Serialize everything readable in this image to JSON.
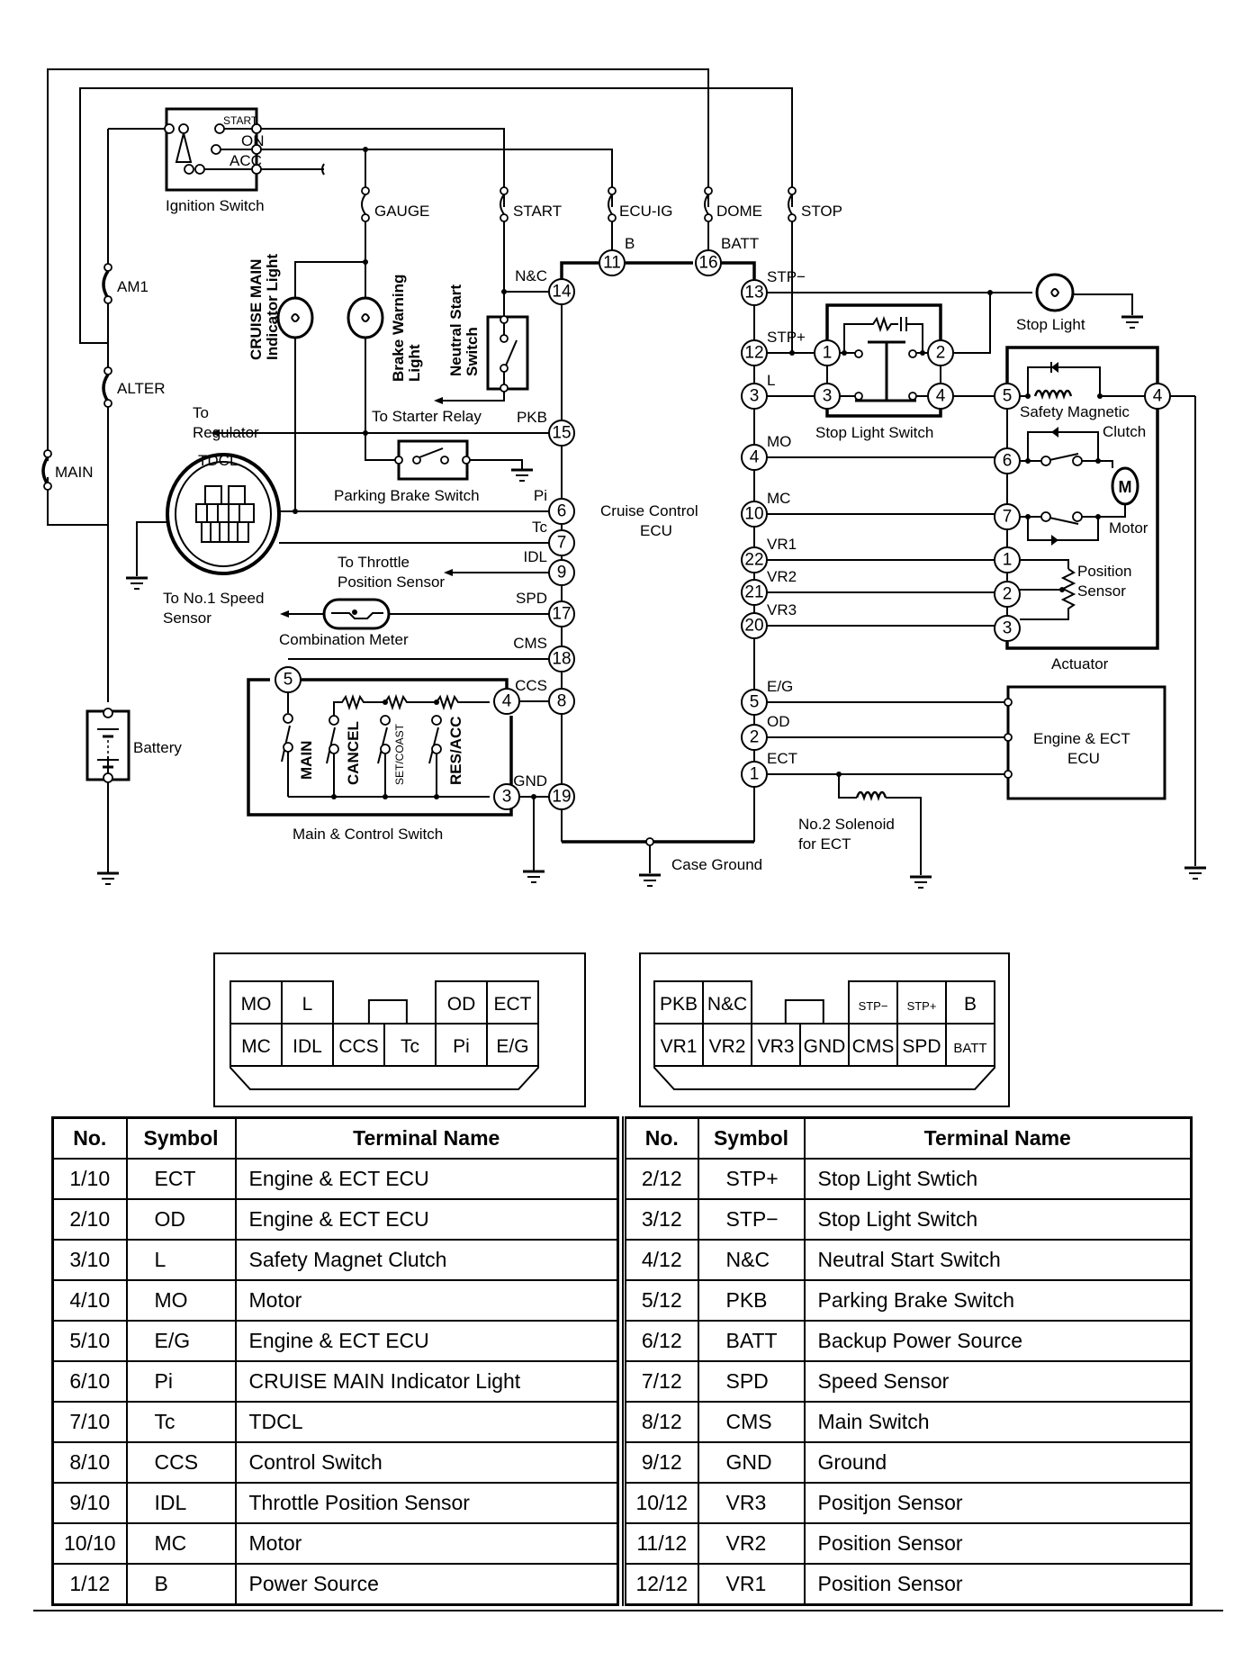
{
  "diagram": {
    "title": "Cruise Control System Wiring Diagram",
    "components": {
      "ignition_switch": {
        "label": "Ignition Switch",
        "positions": [
          "START",
          "ON",
          "ACC"
        ]
      },
      "fuses": [
        "AM1",
        "ALTER",
        "MAIN",
        "GAUGE",
        "START",
        "ECU-IG",
        "DOME",
        "STOP"
      ],
      "cruise_main_indicator": {
        "line1": "CRUISE MAIN",
        "line2": "Indicator Light"
      },
      "brake_warning_light": {
        "line1": "Brake Warning",
        "line2": "Light"
      },
      "neutral_start_switch": {
        "line1": "Neutral Start",
        "line2": "Switch"
      },
      "to_starter_relay": "To Starter Relay",
      "to_regulator": {
        "line1": "To",
        "line2": "Regulator"
      },
      "tdcl": "TDCL",
      "parking_brake_switch": "Parking Brake Switch",
      "to_throttle": {
        "line1": "To Throttle",
        "line2": "Position Sensor"
      },
      "to_speed_sensor": {
        "line1": "To No.1 Speed",
        "line2": "Sensor"
      },
      "combination_meter": "Combination Meter",
      "battery": "Battery",
      "main_control_switch": {
        "label": "Main & Control Switch",
        "switches": [
          "MAIN",
          "CANCEL",
          "SET/COAST",
          "RES/ACC"
        ],
        "terminals": [
          "5",
          "4",
          "3"
        ]
      },
      "cruise_ecu": {
        "line1": "Cruise Control",
        "line2": "ECU"
      },
      "case_ground": "Case Ground",
      "stop_light": "Stop Light",
      "stop_light_switch": {
        "label": "Stop Light Switch",
        "terminals": [
          "1",
          "2",
          "3",
          "4"
        ]
      },
      "actuator": {
        "label": "Actuator",
        "smc_line1": "Safety Magnetic",
        "smc_line2": "Clutch",
        "motor": "Motor",
        "motor_glyph": "M",
        "pos_line1": "Position",
        "pos_line2": "Sensor",
        "terminals": [
          "5",
          "4",
          "6",
          "7",
          "1",
          "2",
          "3"
        ]
      },
      "engine_ecu": {
        "line1": "Engine & ECT",
        "line2": "ECU"
      },
      "solenoid": {
        "line1": "No.2 Solenoid",
        "line2": "for ECT"
      }
    },
    "ecu_left_pins": [
      {
        "num": "14",
        "sig": "N&C"
      },
      {
        "num": "15",
        "sig": "PKB"
      },
      {
        "num": "6",
        "sig": "Pi"
      },
      {
        "num": "7",
        "sig": "Tc"
      },
      {
        "num": "9",
        "sig": "IDL"
      },
      {
        "num": "17",
        "sig": "SPD"
      },
      {
        "num": "18",
        "sig": "CMS"
      },
      {
        "num": "8",
        "sig": "CCS"
      },
      {
        "num": "19",
        "sig": "GND"
      }
    ],
    "ecu_top_pins": [
      {
        "num": "11",
        "sig": "B"
      },
      {
        "num": "16",
        "sig": "BATT"
      }
    ],
    "ecu_right_pins": [
      {
        "num": "13",
        "sig": "STP−"
      },
      {
        "num": "12",
        "sig": "STP+"
      },
      {
        "num": "3",
        "sig": "L"
      },
      {
        "num": "4",
        "sig": "MO"
      },
      {
        "num": "10",
        "sig": "MC"
      },
      {
        "num": "22",
        "sig": "VR1"
      },
      {
        "num": "21",
        "sig": "VR2"
      },
      {
        "num": "20",
        "sig": "VR3"
      },
      {
        "num": "5",
        "sig": "E/G"
      },
      {
        "num": "2",
        "sig": "OD"
      },
      {
        "num": "1",
        "sig": "ECT"
      }
    ]
  },
  "connectors": {
    "left": {
      "top_row": [
        "MO",
        "L",
        "",
        "",
        "OD",
        "ECT"
      ],
      "bottom_row": [
        "MC",
        "IDL",
        "CCS",
        "Tc",
        "Pi",
        "E/G"
      ]
    },
    "right": {
      "top_row": [
        "PKB",
        "N&C",
        "",
        "",
        "STP−",
        "STP+",
        "B"
      ],
      "bottom_row": [
        "VR1",
        "VR2",
        "VR3",
        "GND",
        "CMS",
        "SPD",
        "BATT"
      ]
    }
  },
  "terminal_table": {
    "headers": [
      "No.",
      "Symbol",
      "Terminal Name"
    ],
    "left_rows": [
      [
        "1/10",
        "ECT",
        "Engine & ECT ECU"
      ],
      [
        "2/10",
        "OD",
        "Engine & ECT ECU"
      ],
      [
        "3/10",
        "L",
        "Safety Magnet Clutch"
      ],
      [
        "4/10",
        "MO",
        "Motor"
      ],
      [
        "5/10",
        "E/G",
        "Engine & ECT ECU"
      ],
      [
        "6/10",
        "Pi",
        "CRUISE MAIN Indicator Light"
      ],
      [
        "7/10",
        "Tc",
        "TDCL"
      ],
      [
        "8/10",
        "CCS",
        "Control Switch"
      ],
      [
        "9/10",
        "IDL",
        "Throttle Position Sensor"
      ],
      [
        "10/10",
        "MC",
        "Motor"
      ],
      [
        "1/12",
        "B",
        "Power Source"
      ]
    ],
    "right_rows": [
      [
        "2/12",
        "STP+",
        "Stop Light Swtich"
      ],
      [
        "3/12",
        "STP−",
        "Stop Light Switch"
      ],
      [
        "4/12",
        "N&C",
        "Neutral Start Switch"
      ],
      [
        "5/12",
        "PKB",
        "Parking Brake Switch"
      ],
      [
        "6/12",
        "BATT",
        "Backup Power Source"
      ],
      [
        "7/12",
        "SPD",
        "Speed Sensor"
      ],
      [
        "8/12",
        "CMS",
        "Main Switch"
      ],
      [
        "9/12",
        "GND",
        "Ground"
      ],
      [
        "10/12",
        "VR3",
        "Positjon Sensor"
      ],
      [
        "11/12",
        "VR2",
        "Position Sensor"
      ],
      [
        "12/12",
        "VR1",
        "Position Sensor"
      ]
    ]
  }
}
